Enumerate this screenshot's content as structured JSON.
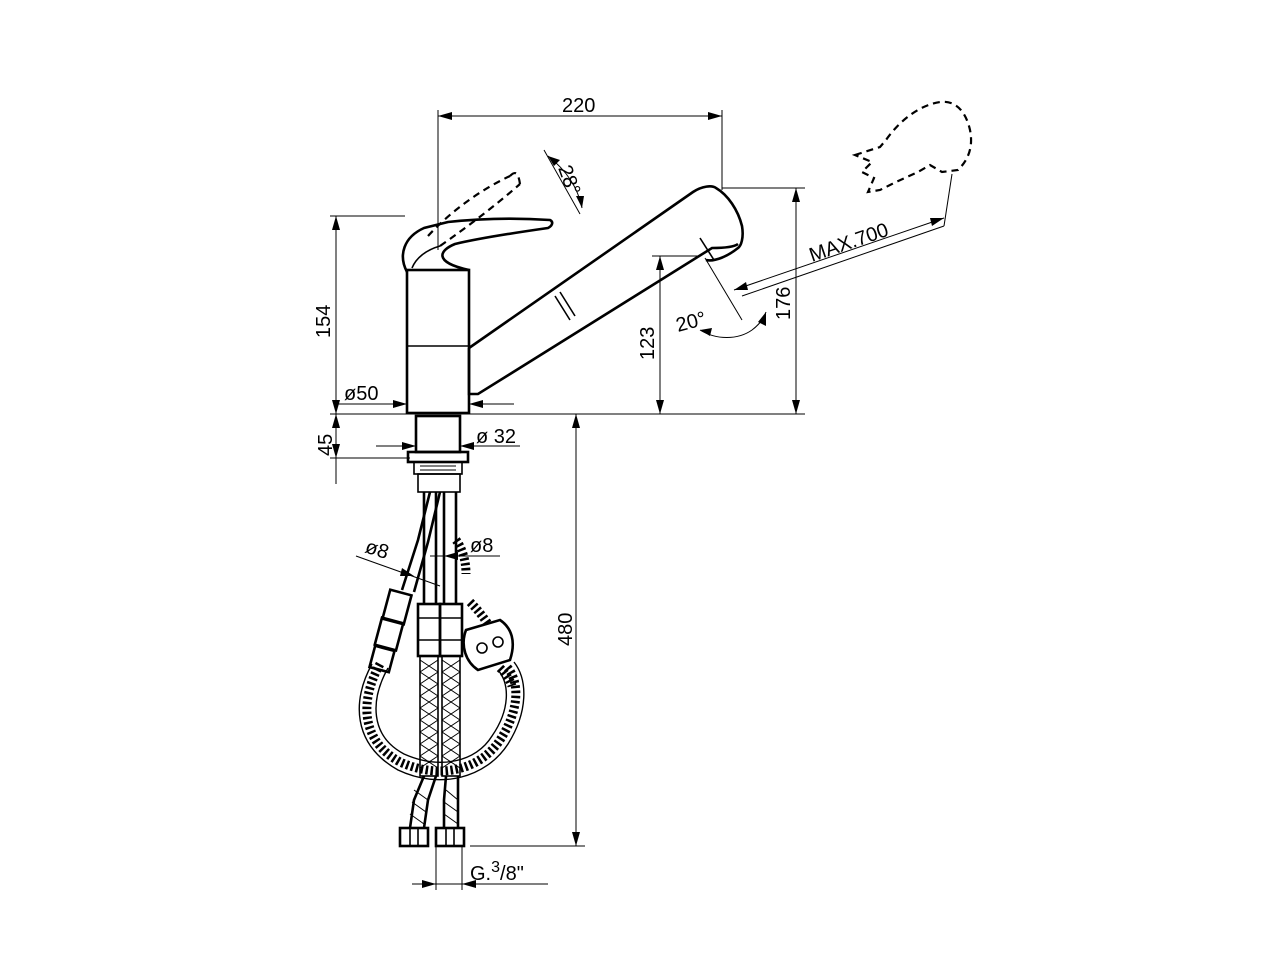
{
  "dimensions": {
    "reach": "220",
    "lever_angle": "28°",
    "body_height": "154",
    "body_diameter": "ø50",
    "spout_height": "123",
    "total_height": "176",
    "pullout_length": "MAX.700",
    "spray_angle": "20°",
    "shank_length": "45",
    "shank_diameter": "ø 32",
    "hose_diameter_left": "ø8",
    "hose_diameter_right": "ø8",
    "hose_length": "480",
    "connection_prefix": "G.",
    "connection_num": "3",
    "connection_rest": "/8\""
  }
}
